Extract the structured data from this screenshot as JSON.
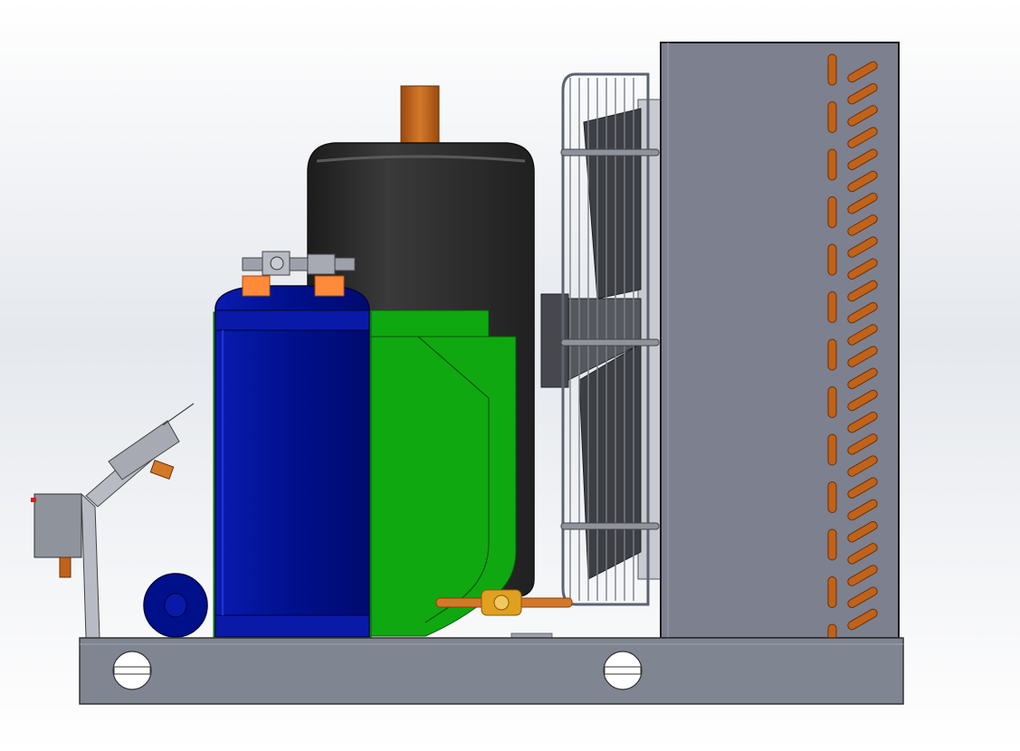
{
  "scene": {
    "background_top": "#ffffff",
    "background_mid": "#e6e9ee",
    "background_bottom": "#ffffff"
  },
  "colors": {
    "base_frame": "#808592",
    "base_frame_dark": "#5d6270",
    "compressor_shell": "#2c2c2c",
    "receiver_blue": "#000f8a",
    "receiver_blue_light": "#1a2fc4",
    "bracket_green": "#10a810",
    "bracket_green_dark": "#087c08",
    "condenser_panel": "#7d808e",
    "copper": "#c0621a",
    "copper_light": "#e08a3a",
    "orange_fitting": "#ff8a3a",
    "brass": "#e0a020",
    "fan_guard": "#8f939c",
    "fan_blade": "#3d3f44",
    "pressure_switch": "#8f939c",
    "steel": "#9da1aa"
  },
  "parts": [
    {
      "name": "base-frame",
      "icon": "base-rail"
    },
    {
      "name": "compressor",
      "icon": "compressor-dome"
    },
    {
      "name": "liquid-receiver",
      "icon": "receiver-tank"
    },
    {
      "name": "mounting-bracket",
      "icon": "bracket"
    },
    {
      "name": "condenser-fan",
      "icon": "axial-fan"
    },
    {
      "name": "condenser-coil",
      "icon": "finned-coil"
    },
    {
      "name": "service-valve",
      "icon": "valve"
    },
    {
      "name": "sight-glass",
      "icon": "sight-glass"
    },
    {
      "name": "pressure-switch",
      "icon": "pressure-switch"
    },
    {
      "name": "filter-drier",
      "icon": "drier"
    }
  ]
}
